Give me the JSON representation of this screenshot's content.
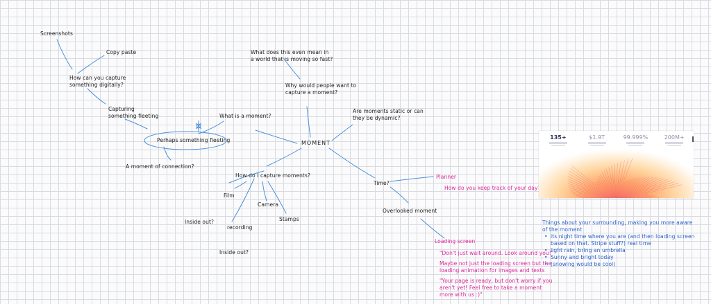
{
  "canvas": {
    "center": "MOMENT",
    "nodes": {
      "screenshots": "Screenshots",
      "copy_paste": "Copy paste",
      "capture_digitally": [
        "How can you capture",
        "something digitally?"
      ],
      "capturing_fleeting": [
        "Capturing",
        "something fleeting"
      ],
      "perhaps_fleeting": "Perhaps something fleeting",
      "connection": "A moment of connection?",
      "what_is": "What is a moment?",
      "what_mean": [
        "What does this even mean in",
        "a world that is moving so fast?"
      ],
      "why_capture": [
        "Why would people want to",
        "capture a moment?"
      ],
      "static_dynamic": [
        "Are moments static or can",
        "they be dynamic?"
      ],
      "how_capture": "How do I capture moments?",
      "film": "Film",
      "camera": "Camera",
      "stamps": "Stamps",
      "recording": "recording",
      "inside_out_1": "Inside out?",
      "inside_out_2": "Inside out?",
      "time": "Time?",
      "overlooked": "Overlooked moment",
      "planner": "Planner",
      "track_day": "How do you keep track of your day?",
      "loading_screen": "Loading screen",
      "quote1": "\"Don't just wait around. Look around you!\"",
      "maybe": [
        "Maybe not just the loading screen but the",
        "loading animation for images and texts"
      ],
      "quote2": [
        "\"Your page is ready, but don't worry if you",
        "aren't yet! Feel free to take a moment",
        "more with us :)\""
      ]
    },
    "surroundings": {
      "title": [
        "Things about your surrounding, making you more aware",
        "of the moment"
      ],
      "bullets": [
        "its night time where you are (and then loading screen",
        "based on that. Stripe stuff?) real time",
        "light rain, bring an umbrella",
        "Sunny and bright today",
        "(snowing would be cool)"
      ]
    },
    "thumbnail": {
      "stats": [
        "135+",
        "$1.9T",
        "99.999%",
        "200M+"
      ]
    }
  },
  "colors": {
    "pink": "#e0249a",
    "blue": "#2b5fc8",
    "line": "#4a90d9"
  }
}
